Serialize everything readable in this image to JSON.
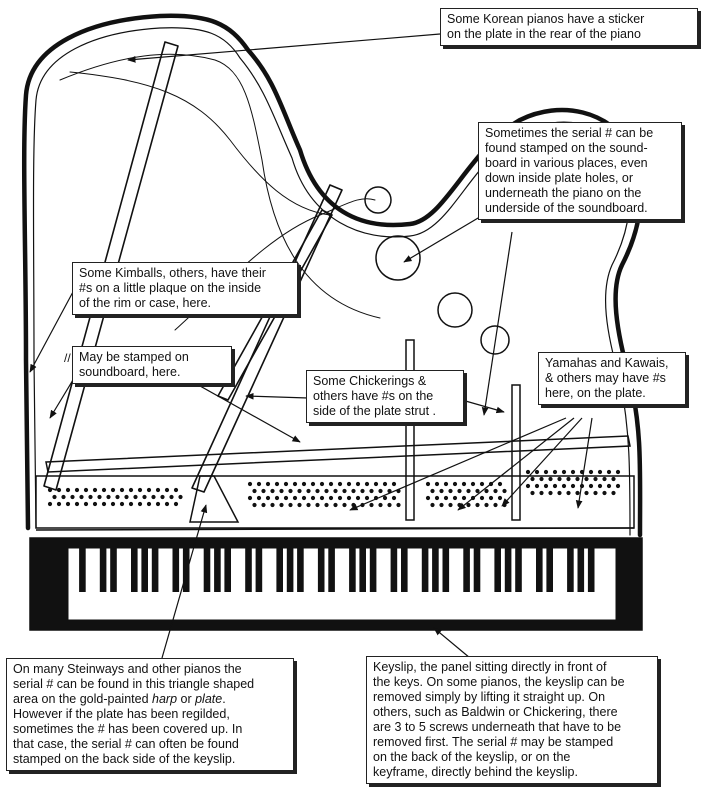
{
  "callouts": {
    "korean": {
      "lines": [
        "Some Korean pianos have a sticker",
        "on the plate in the rear of the piano"
      ]
    },
    "soundboard": {
      "lines": [
        "Sometimes the serial # can be",
        "found stamped on the sound-",
        "board in various places, even",
        "down inside plate holes, or",
        "underneath the piano on the",
        "underside of the soundboard."
      ]
    },
    "kimball": {
      "lines": [
        "Some Kimballs, others, have their",
        "#s on a little plaque on the inside",
        "of the rim or case, here."
      ]
    },
    "stamped": {
      "lines": [
        "May be stamped on",
        "soundboard, here."
      ]
    },
    "chickering": {
      "lines": [
        "Some Chickerings &",
        "others have #s on the",
        "side of the plate strut ."
      ]
    },
    "yamaha": {
      "lines": [
        "Yamahas and Kawais,",
        "& others may have #s",
        "here, on the plate."
      ]
    },
    "steinway": {
      "line1": "On many Steinways and other pianos the",
      "line2": "serial # can be found in this triangle shaped",
      "line3_pre": "area on the gold-painted ",
      "line3_em1": "harp",
      "line3_mid": " or ",
      "line3_em2": "plate",
      "line3_post": ".",
      "line4": "However if the plate has been regilded,",
      "line5": "sometimes the # has been covered up. In",
      "line6": "that case, the serial # can often be found",
      "line7": "stamped on the back side of the keyslip."
    },
    "keyslip": {
      "lines": [
        "Keyslip, the panel sitting directly in front of",
        "the keys. On some pianos, the keyslip can be",
        "removed simply by lifting it straight up. On",
        "others, such as Baldwin or Chickering, there",
        "are 3 to 5 screws underneath that have to be",
        "removed first. The serial # may be stamped",
        "on the back of the keyslip, or on the",
        "keyframe, directly behind the keyslip."
      ]
    }
  },
  "marks": {
    "slash": "//"
  }
}
